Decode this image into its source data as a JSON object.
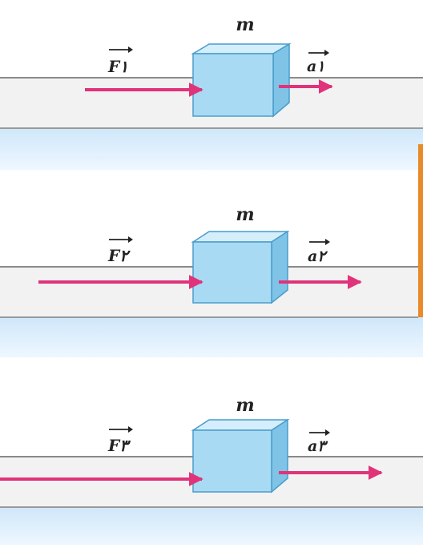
{
  "panels": [
    {
      "mass_label": "m",
      "force_label": "F١",
      "accel_label": "a١"
    },
    {
      "mass_label": "m",
      "force_label": "F٢",
      "accel_label": "a٢"
    },
    {
      "mass_label": "m",
      "force_label": "F٣",
      "accel_label": "a٣"
    }
  ],
  "colors": {
    "arrow": "#e0337a",
    "surface": "#f2f2f2",
    "surface_line": "#8a8a8a",
    "water": "#dcefff",
    "cube_front": "#a8dbf3",
    "cube_top": "#d4effb",
    "cube_side": "#7fc4e6",
    "cube_edge": "#4a9ccc",
    "accent_bar": "#e98a2a"
  }
}
